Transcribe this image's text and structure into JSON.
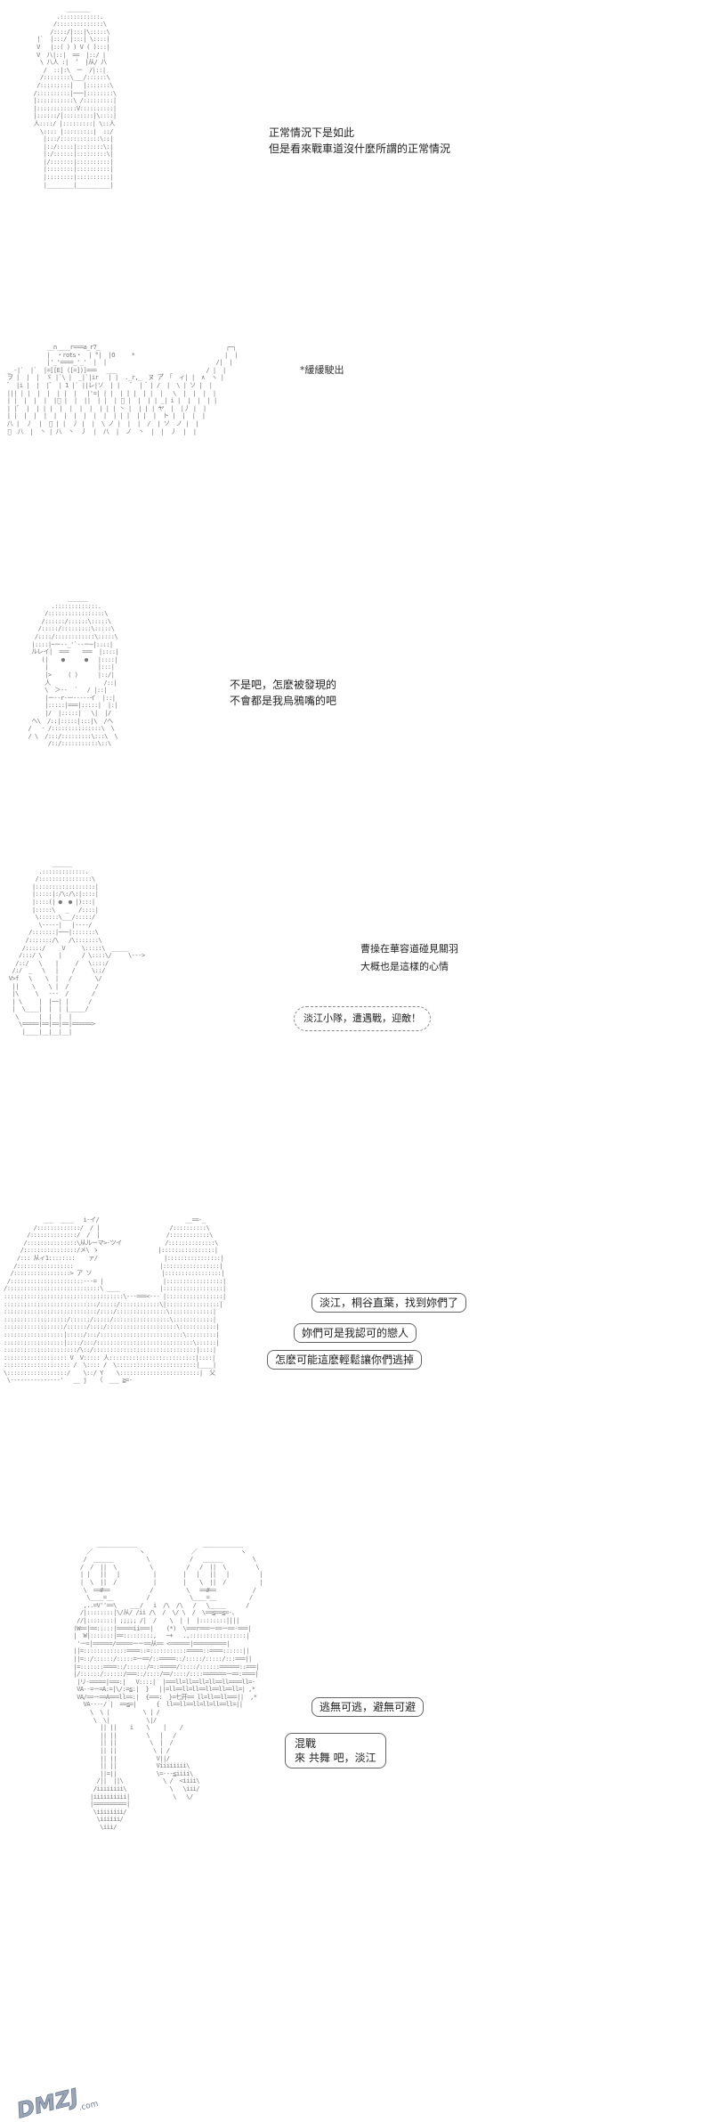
{
  "panel1": {
    "art": [
      "            _______              ",
      "         .::::::::::::.          ",
      "        /::::::::::::::\\         ",
      "       /::::/|:::|\\:::::\\        ",
      "   |`  |:::/ |:::| \\::::|        ",
      "   V   |::( ) ) V ( ):::|        ",
      "   V  八|::|  ==  |::/ |        ",
      "    \\ 八人 :|  ‘  |从/ 八        ",
      "     /  ::|:\\  ー  /|::|         ",
      "    /::::::::\\___/::::::\\       ",
      "   /:::::::::|   |:::::::\\      ",
      "  /::::::::::|~~~|::::::::\\     ",
      "  |:::::::::::\\ /:::::::::|     ",
      "  |::::::::::::V::::::::::|     ",
      "  |::::::/|:::::::::|\\::::|     ",
      "  人::::/ |:::::::::| \\::人     ",
      "    \\:::: |:::::::::|  ::/      ",
      "     |:::/::::::::::::\\::|      ",
      "     |::/:::::|::::::::\\:|      ",
      "     |:/::::::|:::::::::\\|      ",
      "     |/:::::::|::::::::::|      ",
      "     |::::::::|::::::::::|      ",
      "     |::::::::|::::::::::|      ",
      "     |________|__________|      "
    ],
    "lines": [
      "正常情況下是如此",
      "但是看來戰車道沒什麼所謂的正常情況"
    ]
  },
  "panel2": {
    "art": [
      "             __n____r===a_r7_                                      ┌─┐ ",
      "             |  ・rots・  | °|  |O     *                           |  | ",
      "             |'_'====_'_'  |  |                                 /|  |  ",
      " _ -|`  |`  |=[[E] ([=])]===   ___                           / |  |  ",
      " ヲ |  |  |  ゞ |`\\ |  _|`|ir   | |  ._r,_  ヌ ア゚ 「  ィ| |  ∧  ヽ |  ",
      " ゛ |i |  |  |゛ | 1 |` ||レ|ソ  | |   ゛ |  ゙ | /  |  \\ | ソ |  |  ",
      " ||| | |  |  |  | |  |   |'=| | |  | | |  | |  |   \\  |  |  |  |  ",
      " | |  |  |  |  |゙ |  |  ||  | |  | ゙ |  |  | | _| i |  |  |  | |  ",
      " | |゛ |  | | |  |  |  |  |  | | | 丶 |  | | | ヤ  |  |丿 |  |  ",
      " | |  |  |  |  |  |  |  |  |  |  | | |  | |  |  ト |  |  |  |  ",
      " 八 |  丿  |  ゙ | |  丿 |  |  \\ ノ |  |  |  /  | ソ  ノ |  |  ",
      " ゙  八  |  丶 | 八  丶  丿  |  八  |  ノ  丶  |  |  丿  |  |  "
    ],
    "sfx": "*緩緩駛出"
  },
  "panel3": {
    "art": [
      "              ______              ",
      "         .:::::::::::::.          ",
      "       /:::::::::::::::::\\        ",
      "      /::::::/::::::\\:::::\\       ",
      "     /:::::/:::::::::\\:::::\\      ",
      "    /::::/::::::::::::\\:::::\\     ",
      "   |::::|~ー‐-_'`‐-ー~|::::|     ",
      "   ルレイ|  ===    ===  |::::|     ",
      "      (|    ●      ●   |::::|     ",
      "       |               |:::|      ",
      "       |>     ( )      |::/|      ",
      "       人                /::|      ",
      "       \\  ＞-‐  ´   / |::|       ",
      "       |ー-‐r-ー‐‐‐‐‐イ  |::|      ",
      "       |:::::|===|:::::|  |:|      ",
      "       |/  |:::::|   \\|  |/       ",
      "   ヘ\\  /::|:::::|:::|\\  /ヘ     ",
      "  /   ‐ /:::::::::::::::\\  \\      ",
      "  / \\  /:::/:::::::::\\:::\\  \\   ",
      "        /::/:::::::::::\\::\\      "
    ],
    "lines": [
      "不是吧，怎麽被發現的",
      "不會都是我烏鴉嘴的吧"
    ]
  },
  "panel4": {
    "art": [
      "              ______                          ",
      "          .:::::::::::::.                     ",
      "         /::::::::::::::::\\                   ",
      "        |::::::::::::::::::|                  ",
      "        |:::::|:/\\:/\\:|::::|                  ",
      "        |::::(| ●  ● |):::|                  ",
      "        |:::::\\   _   /::::|                  ",
      "         \\::::::\\___/:::::/                   ",
      "          \\-----|   |----/                    ",
      "       /:::::::|~~~|:::::::\\                  ",
      "      /:::::::/\\   /\\:::::::\\                 ",
      "     /:::::/     V     \\:::::\\  _____         ",
      "    /:::/ \\     |      / \\::::\\/     \\--->   ",
      "   /::/   \\    |     /   \\::::/              ",
      "  /:/  _   \\   |    /     \\::/               ",
      " V>f   \\    \\  |   /       \\/                ",
      "  ||    \\    \\ |  /        /                 ",
      "  |\\     \\   ---  /       /                  ",
      "  | \\     |  |~~| |      /                   ",
      "  |  \\____|  |  | |_____/                    ",
      "   \\      |  |  |  |                         ",
      "    \\=====|==|==|==|======>                  ",
      "     |____|__|__|__|                         "
    ],
    "lines": [
      "曹操在華容道碰見關羽",
      "大概也是這樣的心情"
    ],
    "shout": "淡江小隊，遭遇戰，迎敵！"
  },
  "panel5": {
    "art": [
      "            ___  ____   i-イ/                          __==-_         ",
      "         /:::::::::::::/  / |                     /::::::::::\\       ",
      "       /::::::::::::::/  /  |                    /::::::::::::\\      ",
      "      /:::::::::::::::\\从ルーマ>-ツイ             /::::::::::::::\\     ",
      "     /::::::::::::::::/メ\\ ゝ                  |::::::::::::::::|    ",
      "    /::: 从ィ1::::::::    ァ/                    |::::::::::::::::|    ",
      "   /:::::::::::::::::                          |:::::::::::::::::|   ",
      "  /:::::::::::::::::> ア ソ                     |:::::::::::::::::|   ",
      " /::::::::::::::::::::::---= |                  |:::::::::::::::::|   ",
      "/::::::::::::::::::::::::::::\\ ____            |::::::::::::::::::|  ",
      "::::::::::::::::::::::::::::::::::::\\---===<--- |:::::::::::::::::|   ",
      "::::::::::::::::::::::::::::/:::::/::::::::::::\\|::::::::::::::::|    ",
      "::::::::::::::::::::::::::::/::::/:::::::::::::::\\:::::::::::::|     ",
      ":::::::::::::::::::/::::::/:::::/:::::::::::::::::\\::::::::::::|     ",
      "::::::::::::::::::/::::::/::::/:::::::::::::::::::::\\:::::::::::|    ",
      "::::::::::::::::::|:::::/:::/:::::::::::::::::::::::::\\:::::::::|    ",
      "::::::::::::::::::|::::/:::/:::::::::::::::::::::::::::::\\::::::|    ",
      "::::::::::::::::::::::/\\::/:::::::::::::::::::::::::::::::|::::|     ",
      "::::::::::::::::::: V  V::::: 人::::::::::::::::::::::::::|::::|     ",
      ":::::::::::::::::::: /  \\:::: /  \\::::::::::::::::::::::::|____|     ",
      "\\::::::::::::::::::/    \\::/ Y    \\::::::::::::::::::::::::|  父      ",
      " \\---------------'   __ j   〈  ___ ≧=-                        "
    ],
    "bubbles": [
      "淡江，桐谷直葉，找到妳們了",
      "妳們可是我認可的戀人",
      "怎麽可能這麽輕鬆讓你們逃掉"
    ]
  },
  "panel6": {
    "art": [
      "             ____________                    ____________            ",
      "          ／              ヽ              ／             ヽ          ",
      "         /  ______          \\            /   ______         \\        ",
      "        /  /  ||  \\          \\          /   /  ||  \\         \\       ",
      "        | |   ||   |          |        |   |   ||   |         |      ",
      "        |  \\  ||  /           |        |    \\  ||  /          |      ",
      "         \\  ==#==            /          \\   ==#==           /       ",
      "          \\____=__          /            \\____=__          /        ",
      "         ,..=V''==\\    ___/   i  /\\  /\\   /   \\_____      /         ",
      "        /|::::::::|\\/从/ /ii /\\  /  \\/ \\  /  \\==≦==≦=-、            ",
      "       //|::::::::| ;;;;; /|  /    \\  | |  |::::::::||||             ",
      "      (W==|==:::::|=====ii===|    (*)  \\===r===ー==ー==-===|          ",
      "      |  W|:::::::|==:::::::::,   ~+   .,:::::::::::::::::|          ",
      "       'ー=|======/=====ーー==从== <======|==========|       ",
      "      ||=:::::::::::::====::=:::::::::::=====::====::::::||         ",
      "      ||=::/::::::/:::::=ー==/::=====::/:::::/:::::/:::===||        ",
      "      |=:::::::====::/::::::/=::=====/:::::/::::::======::===|      ",
      "      |/::::::/::::::/===::/::::/==/::::/::::=======ー==:====|      ",
      "       |リ-=====|===:|   V::::|  |===ll=ll==ll=ll==ll====ll=-     ",
      "       VA--=ー=A:=|\\/:=≦:|  }   ||=ll==ll=ll==ll==ll==ll=| ,*    ",
      "       VA/==ー==A===ll==:|  {===:  }=七开== ll=ll==ll===||  ,*    ",
      "         VA----/ |  ==≦=|      {  ll==ll==ll=ll=ll==ll=||        ",
      "           \\  \\ |          \\ | /                                 ",
      "            \\  \\|           \\|/                                  ",
      "              || ||    i    \\    |    /                           ",
      "              || ||         \\   |   /                            ",
      "              || ||          \\  |  /                             ",
      "              || ||           \\ | /                              ",
      "              || ||            V||/                              ",
      "              || ||            Viiiiiiii\\                        ",
      "              ||=||            \\=---≦iiii\\                       ",
      "             /||  ||\\            \\ /  <iiii\\                     ",
      "            /iiiiiiii\\             \\   \\iii/                     ",
      "           |iiiiiiiiii|             \\   \\/                       ",
      "           |==========|                                          ",
      "            \\iiiiiiii/                                           ",
      "             \\iiiiii/                                            ",
      "              \\iii/                                              "
    ],
    "bubble1": "逃無可逃，避無可避",
    "bubble2_lines": [
      "混戰",
      "來  共舞  吧，淡江"
    ]
  },
  "watermark": {
    "text": "DMZJ",
    "sub": ".com",
    "colors": {
      "fill": "#9aa6b8",
      "stroke": "#6e7c91"
    }
  }
}
